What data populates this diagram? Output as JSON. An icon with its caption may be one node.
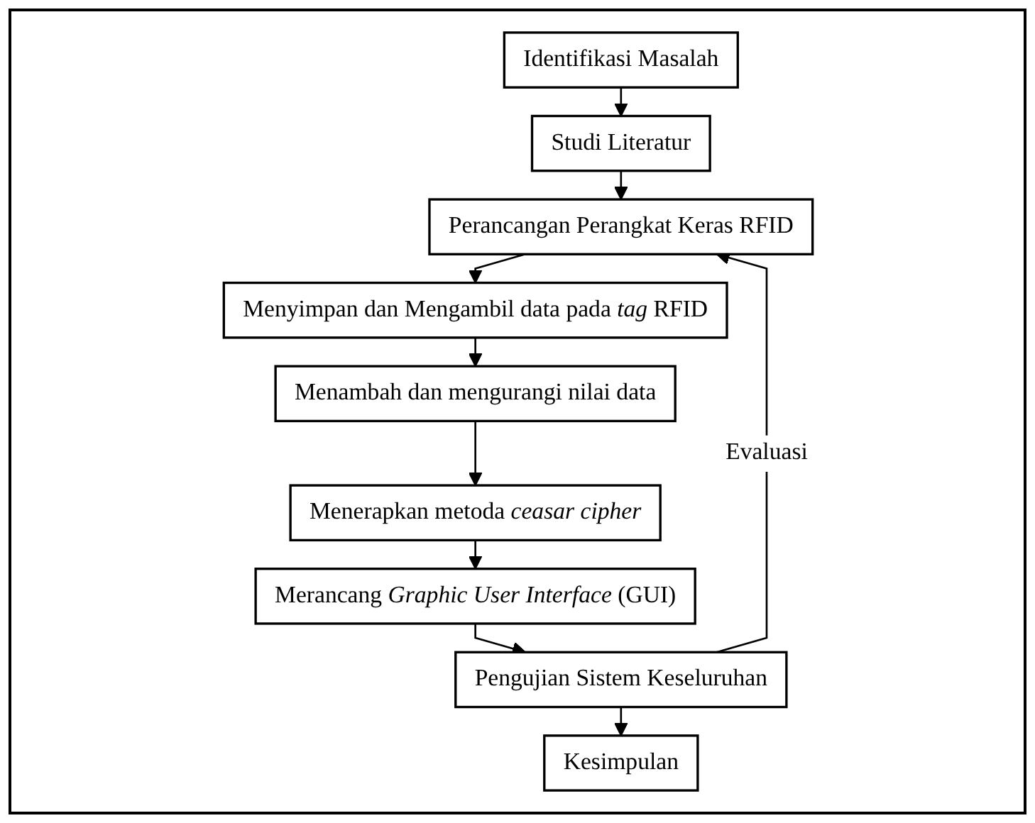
{
  "diagram": {
    "nodes": [
      {
        "text": [
          "Identifikasi Masalah"
        ]
      },
      {
        "text": [
          "Studi Literatur"
        ]
      },
      {
        "text": [
          "Perancangan Perangkat Keras RFID"
        ]
      },
      {
        "text": [
          "Menyimpan dan Mengambil data pada *tag* RFID"
        ]
      },
      {
        "text": [
          "Menambah dan mengurangi nilai data"
        ]
      },
      {
        "text": [
          "Menerapkan metoda *ceasar cipher*"
        ]
      },
      {
        "text": [
          "Merancang *Graphic User Interface* (GUI)"
        ]
      },
      {
        "text": [
          "Pengujian Sistem Keseluruhan"
        ]
      },
      {
        "text": [
          "Kesimpulan"
        ]
      }
    ],
    "edges": [
      {
        "from": 0,
        "to": 1,
        "arrow": "to"
      },
      {
        "from": 1,
        "to": 2,
        "arrow": "to"
      },
      {
        "from": 2,
        "to": 3,
        "arrow": "to"
      },
      {
        "from": 3,
        "to": 4,
        "arrow": "to"
      },
      {
        "from": 4,
        "to": 5,
        "arrow": "to"
      },
      {
        "from": 5,
        "to": 6,
        "arrow": "to"
      },
      {
        "from": 6,
        "to": 7,
        "arrow": "to"
      },
      {
        "from": 7,
        "to": 8,
        "arrow": "to"
      },
      {
        "from": 7,
        "to": 2,
        "label": "Evaluasi",
        "arrow": "to"
      }
    ]
  }
}
